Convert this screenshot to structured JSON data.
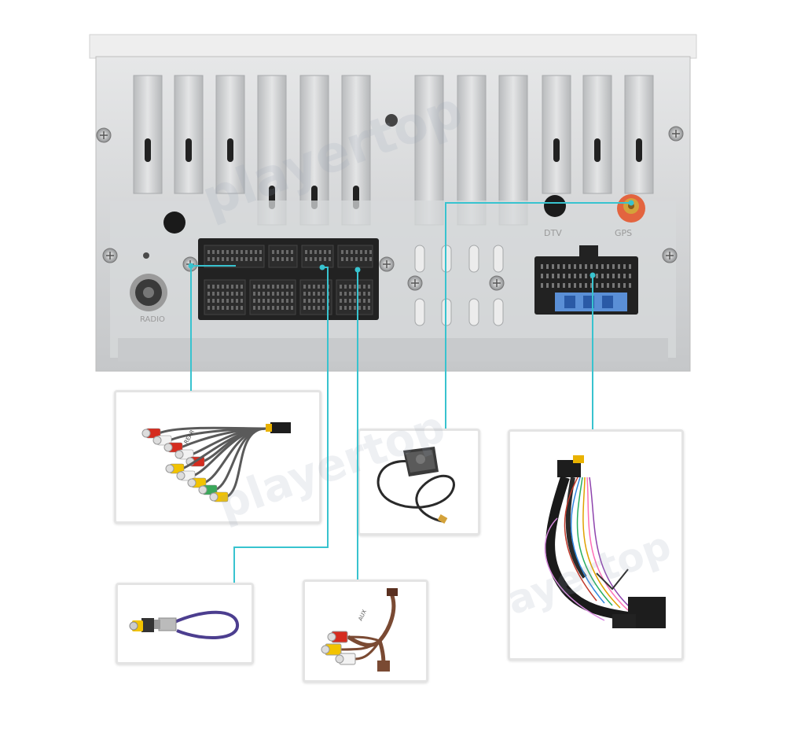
{
  "labels": {
    "radio": "RADIO",
    "dtv": "DTV",
    "gps": "GPS",
    "cable_tag": "REAR",
    "cable_tag2": "AUX"
  },
  "watermark": {
    "text": "playertop",
    "mark": "p"
  },
  "colors": {
    "leader_line": "#38c3cf",
    "rca_red": "#d52b1e",
    "rca_white": "#f2f2f2",
    "rca_yellow": "#f2c300",
    "rca_green": "#3aa85a",
    "connector_black": "#1d1d1d",
    "panel_silver": "#cfd1d3",
    "cable_brown": "#7a4a33",
    "cable_purple": "#4c3e8f",
    "gps_orange": "#e4572e"
  },
  "accessories": [
    {
      "name": "rca-av-harness"
    },
    {
      "name": "rca-camera-cable"
    },
    {
      "name": "gps-antenna"
    },
    {
      "name": "aux-rca-cable"
    },
    {
      "name": "iso-power-harness"
    }
  ]
}
